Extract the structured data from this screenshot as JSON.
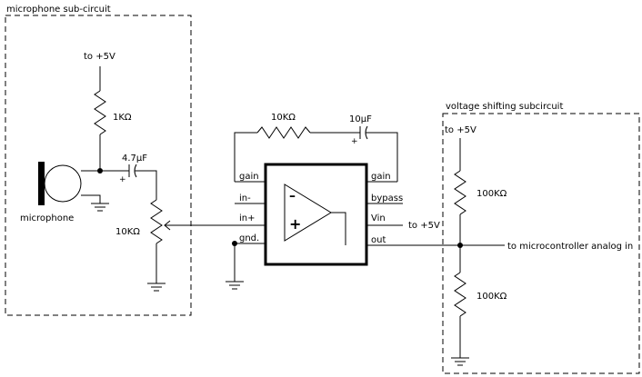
{
  "mic_block": {
    "title": "microphone sub-circuit",
    "supply": "to +5V",
    "resistor": "1KΩ",
    "capacitor": "4.7µF",
    "cap_plus": "+",
    "pot": "10KΩ",
    "mic": "microphone"
  },
  "amp": {
    "feedback_resistor": "10KΩ",
    "feedback_capacitor": "10µF",
    "cap_plus": "+",
    "pins_left": [
      "gain",
      "in-",
      "in+",
      "gnd."
    ],
    "pins_right": [
      "gain",
      "bypass",
      "Vin",
      "out"
    ],
    "minus_sign": "–",
    "plus_sign": "+",
    "vin_label": "to +5V"
  },
  "shift_block": {
    "title": "voltage shifting subcircuit",
    "supply": "to +5V",
    "r_top": "100KΩ",
    "r_bottom": "100KΩ",
    "output": "to microcontroller analog in"
  }
}
